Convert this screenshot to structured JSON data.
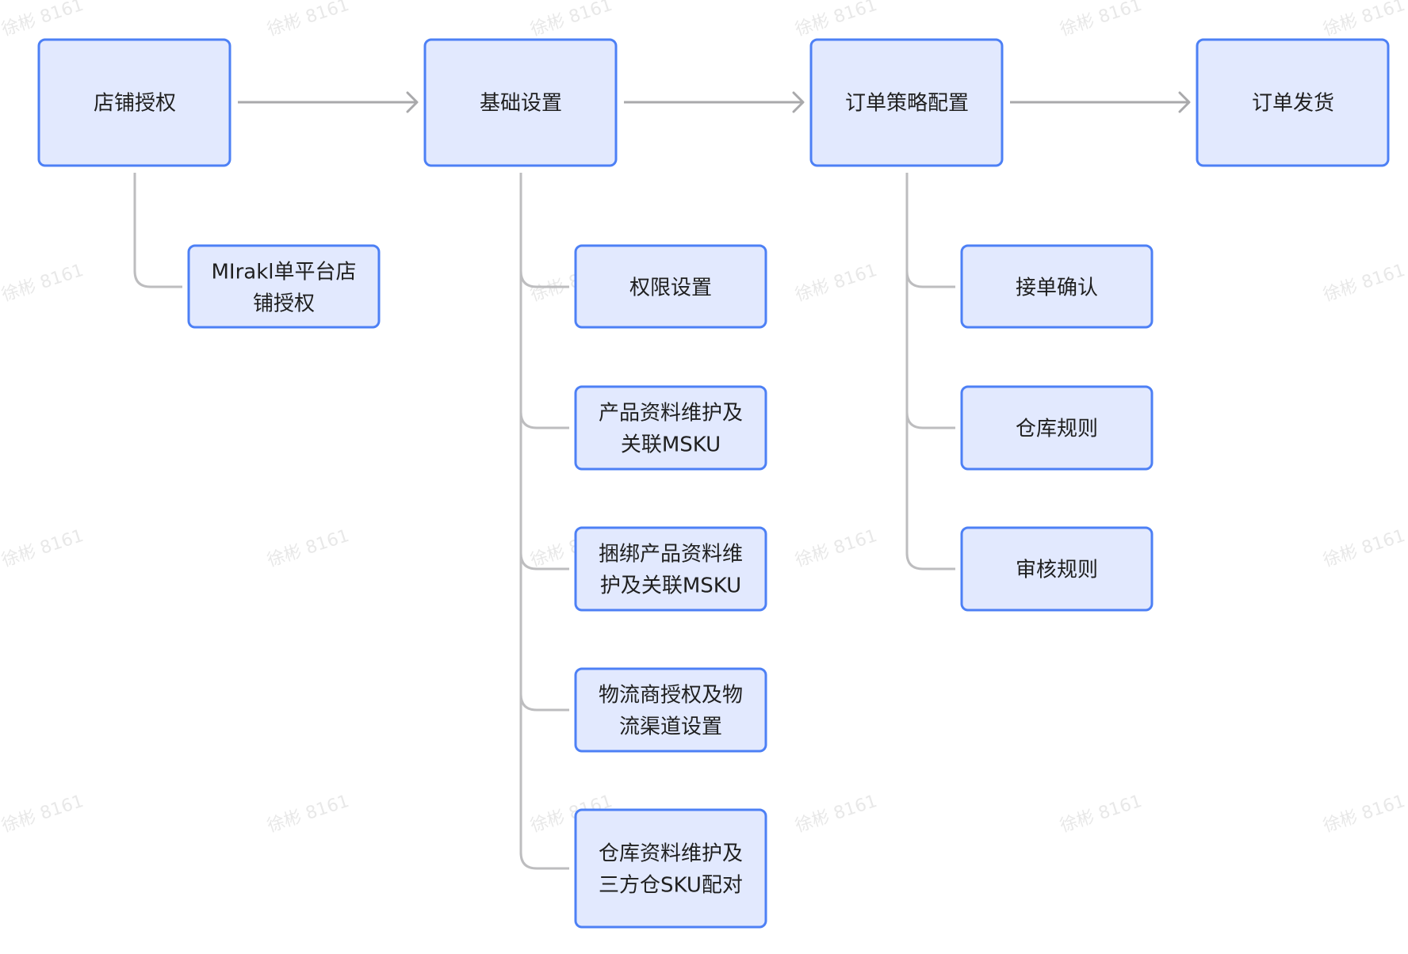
{
  "watermark": "徐彬 8161",
  "colors": {
    "node_fill": "#e2e9fe",
    "node_border": "#4d80f5",
    "connector": "#bdbdbf",
    "arrow": "#a9a9ab",
    "text": "#1f1f1f"
  },
  "top_row": {
    "store_auth": "店铺授权",
    "basic_settings": "基础设置",
    "order_strategy": "订单策略配置",
    "order_shipping": "订单发货"
  },
  "store_auth_children": {
    "mirakl": [
      "MIrakl单平台店",
      "铺授权"
    ]
  },
  "basic_settings_children": {
    "permissions": [
      "权限设置"
    ],
    "product_info": [
      "产品资料维护及",
      "关联MSKU"
    ],
    "bundle_info": [
      "捆绑产品资料维",
      "护及关联MSKU"
    ],
    "logistics": [
      "物流商授权及物",
      "流渠道设置"
    ],
    "warehouse_info": [
      "仓库资料维护及",
      "三方仓SKU配对"
    ]
  },
  "order_strategy_children": {
    "accept_order": [
      "接单确认"
    ],
    "warehouse_rules": [
      "仓库规则"
    ],
    "review_rules": [
      "审核规则"
    ]
  }
}
